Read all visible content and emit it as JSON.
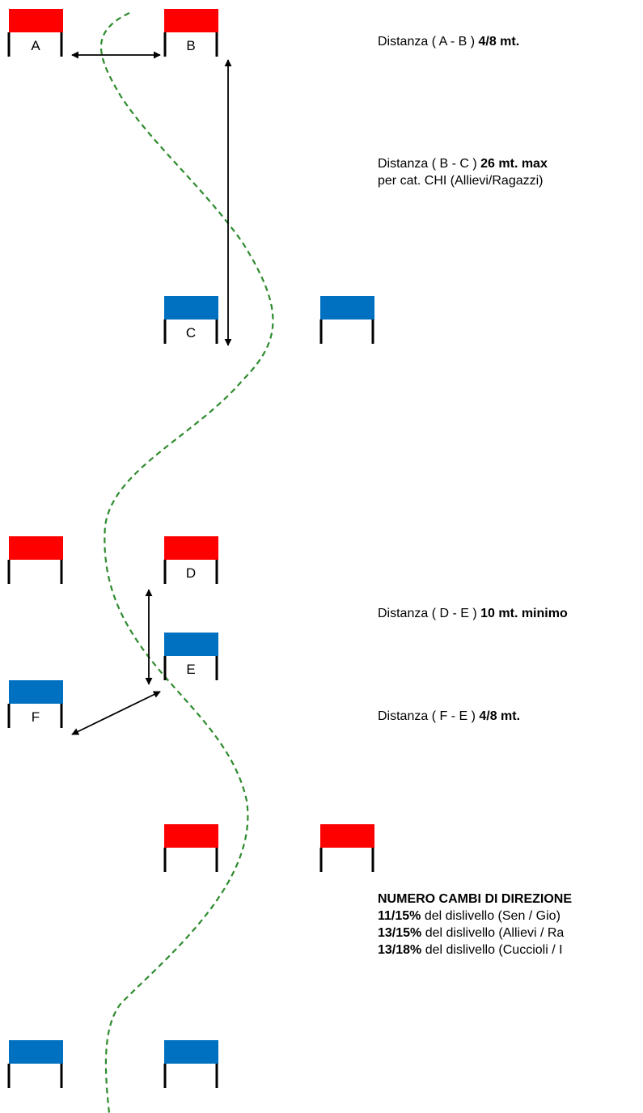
{
  "colors": {
    "red": "#ff0000",
    "blue": "#0070c0",
    "path": "#2e8b2e",
    "arrow": "#000000"
  },
  "gates": {
    "a": {
      "label": "A",
      "color": "red"
    },
    "b": {
      "label": "B",
      "color": "red"
    },
    "c": {
      "label": "C",
      "color": "blue"
    },
    "c2": {
      "label": "",
      "color": "blue"
    },
    "r3l": {
      "label": "",
      "color": "red"
    },
    "d": {
      "label": "D",
      "color": "red"
    },
    "e": {
      "label": "E",
      "color": "blue"
    },
    "f": {
      "label": "F",
      "color": "blue"
    },
    "r5a": {
      "label": "",
      "color": "red"
    },
    "r5b": {
      "label": "",
      "color": "red"
    },
    "r6a": {
      "label": "",
      "color": "blue"
    },
    "r6b": {
      "label": "",
      "color": "blue"
    }
  },
  "annotations": {
    "ab": {
      "prefix": "Distanza ( A - B ) ",
      "value": "4/8 mt."
    },
    "bc": {
      "prefix": "Distanza ( B - C )  ",
      "value": "26 mt. max",
      "line2": "per cat. CHI (Allievi/Ragazzi)"
    },
    "de": {
      "prefix": "Distanza ( D - E ) ",
      "value": "10 mt. minimo"
    },
    "fe": {
      "prefix": "Distanza ( F - E ) ",
      "value": "4/8 mt."
    }
  },
  "direction_changes": {
    "title": "NUMERO CAMBI DI DIREZIONE",
    "rows": [
      {
        "value": "11/15%",
        "text": " del dislivello (Sen / Gio)"
      },
      {
        "value": "13/15%",
        "text": " del dislivello (Allievi / Ra"
      },
      {
        "value": "13/18%",
        "text": " del dislivello (Cuccioli / I"
      }
    ]
  }
}
